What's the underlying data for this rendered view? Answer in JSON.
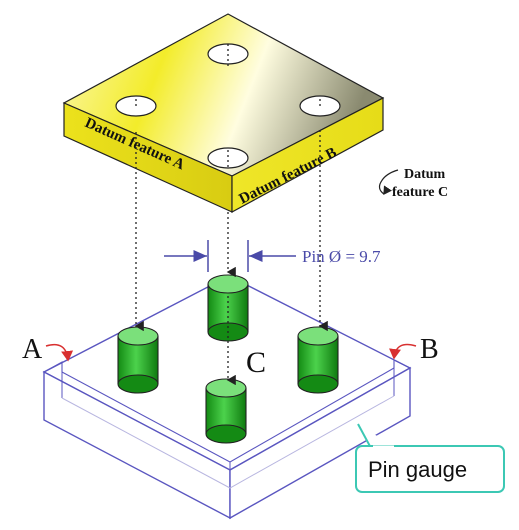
{
  "labels": {
    "datum_a": "Datum feature A",
    "datum_b": "Datum feature B",
    "datum_c_line1": "Datum",
    "datum_c_line2": "feature C",
    "pin_dia": "Pin Ø = 9.7",
    "letter_a": "A",
    "letter_b": "B",
    "letter_c": "C",
    "pin_gauge": "Pin gauge"
  },
  "colors": {
    "plate_top_light": "#ffffcc",
    "plate_top_yellow": "#f2ea1c",
    "plate_side": "#e8e020",
    "pin_green": "#2db82d",
    "pin_top": "#7be07b",
    "gauge_outline": "#5a56c0",
    "dim_color": "#4a4aa8",
    "callout_border": "#3cc8b4",
    "arrow_red": "#d83030"
  }
}
